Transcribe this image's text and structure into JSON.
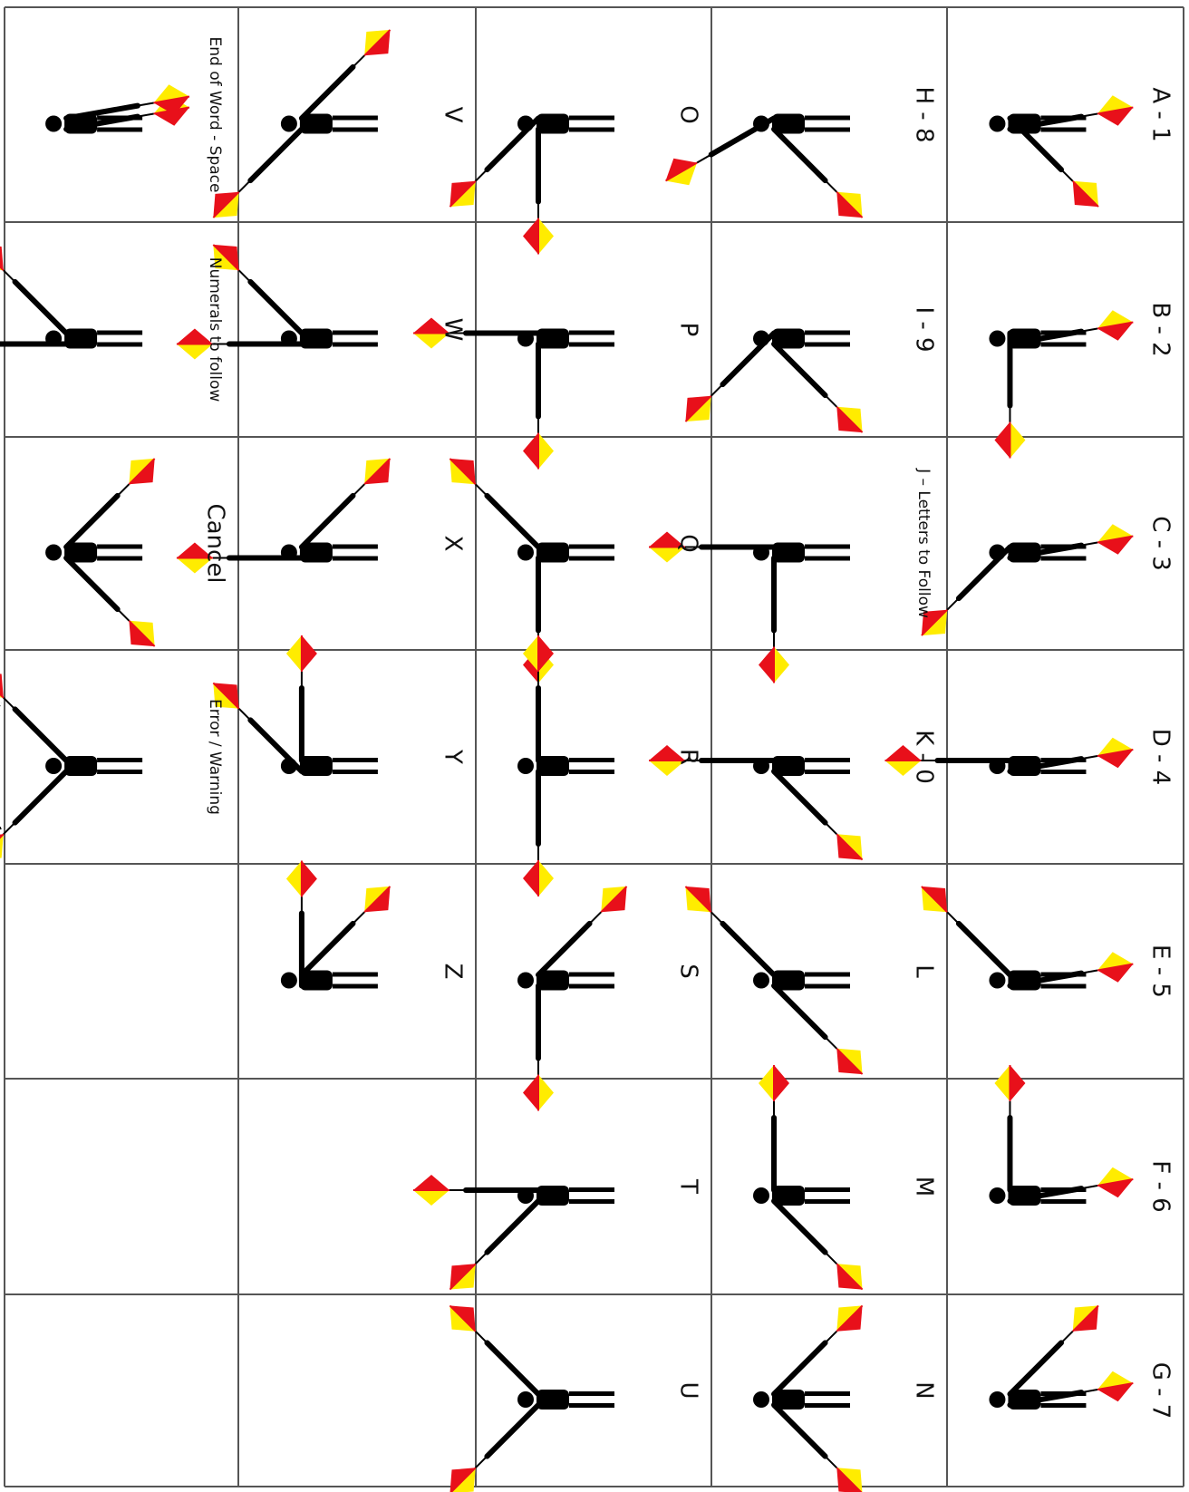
{
  "colors": {
    "flag_red": "#e8101a",
    "flag_yellow": "#ffec00",
    "figure": "#000000",
    "grid": "#555555",
    "background": "#ffffff"
  },
  "orientation": "rotated-90-clockwise",
  "rows": [
    {
      "cells": [
        {
          "label": "A - 1",
          "arm_left": "down-low",
          "arm_right": "low-right"
        },
        {
          "label": "B - 2",
          "arm_left": "down-low",
          "arm_right": "right"
        },
        {
          "label": "C - 3",
          "arm_left": "down-low",
          "arm_right": "high-right"
        },
        {
          "label": "D - 4",
          "arm_left": "down-low",
          "arm_right": "up"
        },
        {
          "label": "E - 5",
          "arm_left": "down-low",
          "arm_right": "high-left"
        },
        {
          "label": "F - 6",
          "arm_left": "down-low",
          "arm_right": "left"
        },
        {
          "label": "G - 7",
          "arm_left": "down-low",
          "arm_right": "low-left"
        }
      ]
    },
    {
      "cells": [
        {
          "label": "H - 8",
          "arm_left": "low-right",
          "arm_right": "right-across"
        },
        {
          "label": "I - 9",
          "arm_left": "low-right",
          "arm_right": "high-right"
        },
        {
          "label": "J – Letters to Follow",
          "arm_left": "right",
          "arm_right": "up"
        },
        {
          "label": "K - 0",
          "arm_left": "low-right",
          "arm_right": "up"
        },
        {
          "label": "L",
          "arm_left": "low-right",
          "arm_right": "high-left"
        },
        {
          "label": "M",
          "arm_left": "low-right",
          "arm_right": "left"
        },
        {
          "label": "N",
          "arm_left": "low-right",
          "arm_right": "low-left"
        }
      ]
    },
    {
      "cells": [
        {
          "label": "O",
          "arm_left": "right",
          "arm_right": "high-right"
        },
        {
          "label": "P",
          "arm_left": "right",
          "arm_right": "up"
        },
        {
          "label": "Q",
          "arm_left": "right",
          "arm_right": "high-left"
        },
        {
          "label": "R",
          "arm_left": "right",
          "arm_right": "left"
        },
        {
          "label": "S",
          "arm_left": "right",
          "arm_right": "low-left"
        },
        {
          "label": "T",
          "arm_left": "high-right",
          "arm_right": "up"
        },
        {
          "label": "U",
          "arm_left": "high-right",
          "arm_right": "high-left"
        }
      ]
    },
    {
      "cells": [
        {
          "label": "V",
          "arm_left": "high-right",
          "arm_right": "low-left"
        },
        {
          "label": "W",
          "arm_left": "up",
          "arm_right": "high-left"
        },
        {
          "label": "X",
          "arm_left": "up",
          "arm_right": "low-left"
        },
        {
          "label": "Y",
          "arm_left": "high-left",
          "arm_right": "left"
        },
        {
          "label": "Z",
          "arm_left": "left",
          "arm_right": "low-left"
        },
        {
          "label": "",
          "empty": true
        },
        {
          "label": "",
          "empty": true
        }
      ]
    },
    {
      "cells": [
        {
          "label": "End of Word - Space",
          "arm_left": "down-low",
          "arm_right": "down-low"
        },
        {
          "label": "Numerals to follow",
          "arm_left": "up",
          "arm_right": "high-left"
        },
        {
          "label": "Cancel",
          "arm_left": "low-right",
          "arm_right": "low-left"
        },
        {
          "label": "Error / Warning",
          "arm_left": "high-right",
          "arm_right": "high-left",
          "waving": true
        },
        {
          "label": "",
          "empty": true
        },
        {
          "label": "",
          "empty": true
        },
        {
          "label": "",
          "empty": true
        }
      ]
    }
  ]
}
